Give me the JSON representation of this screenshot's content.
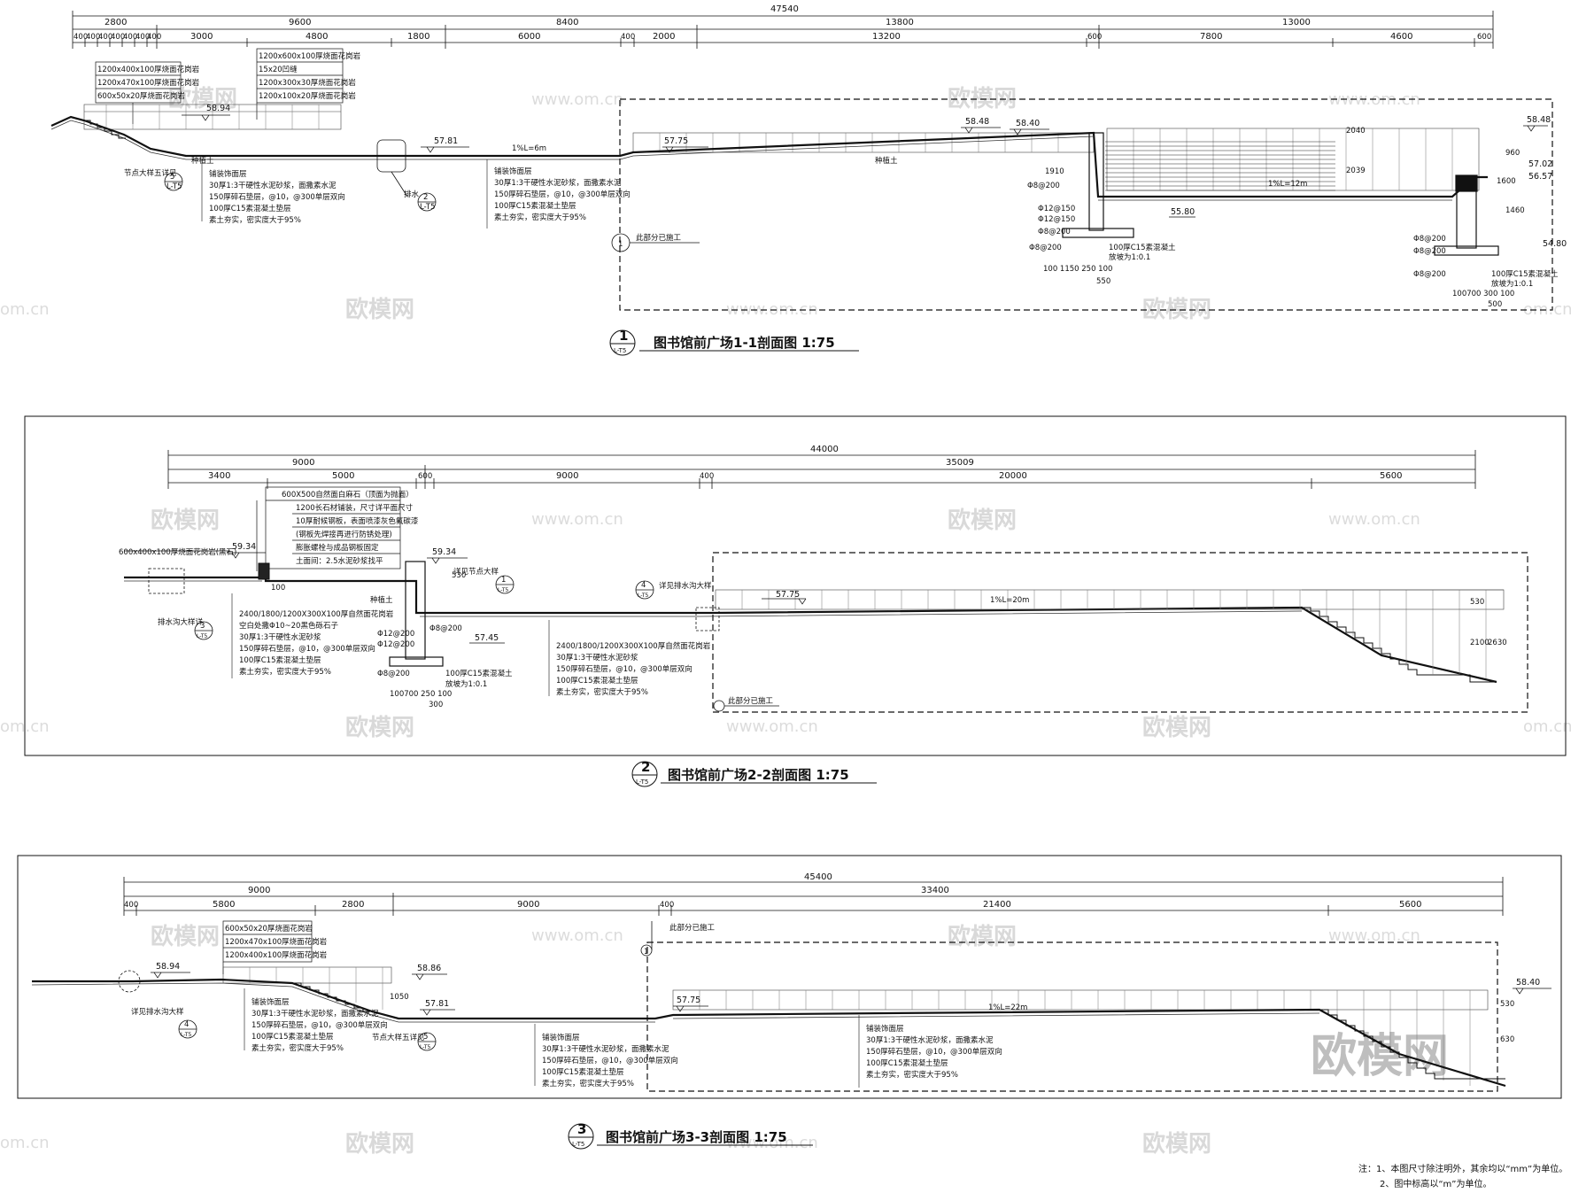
{
  "watermarks": {
    "brand": "欧模网",
    "site": "www.om.cn",
    "site_short": "om.cn"
  },
  "sections": [
    {
      "id": "1",
      "title": "图书馆前广场1-1剖面图 1:75",
      "marker_num": "1",
      "marker_sheet": "L-T5",
      "total_dim": "47540",
      "dims_row1": [
        "2800",
        "9600",
        "8400",
        "13800",
        "13000"
      ],
      "dims_row2": [
        "400",
        "400",
        "400",
        "400",
        "400",
        "400",
        "400",
        "3000",
        "4800",
        "1800",
        "6000",
        "400",
        "2000",
        "13200",
        "600",
        "7800",
        "4600",
        "600"
      ],
      "layers_top": [
        "1200x600x100厚烧面花岗岩",
        "15x20凹缝",
        "1200x300x30厚烧面花岗岩",
        "1200x100x20厚烧面花岗岩"
      ],
      "layers_left": [
        "1200x400x100厚烧面花岗岩",
        "1200x470x100厚烧面花岗岩",
        "600x50x20厚烧面花岗岩"
      ],
      "build_up_a": [
        "铺装饰面层",
        "30厚1:3干硬性水泥砂浆，面撒素水泥",
        "150厚碎石垫层，@10，@300单层双向",
        "100厚C15素混凝土垫层",
        "素土夯实，密实度大于95%"
      ],
      "build_up_b": [
        "铺装饰面层",
        "30厚1:3干硬性水泥砂浆，面撒素水泥",
        "150厚碎石垫层，@10，@300单层双向",
        "100厚C15素混凝土垫层",
        "素土夯实，密实度大于95%"
      ],
      "elevations": [
        "58.94",
        "57.81",
        "57.75",
        "58.48",
        "58.40",
        "55.80",
        "58.48",
        "57.02",
        "56.57",
        "54.80"
      ],
      "slope_a": "1%L=6m",
      "slope_b": "1%L=12m",
      "labels": {
        "fill": "种植土",
        "fill2": "种植土",
        "step_detail": "节点大样五详见",
        "drain": "排水",
        "construction": "此部分已施工",
        "rebar": [
          "Φ8@200",
          "Φ12@150",
          "Φ12@150",
          "Φ8@200",
          "Φ8@200",
          "100厚C15素混凝土",
          "放坡为1:0.1"
        ],
        "rebar_b": [
          "Φ8@200",
          "Φ8@200",
          "Φ8@200",
          "100厚C15素混凝土",
          "放坡为1:0.1"
        ],
        "wall_dims": [
          "1910",
          "100 1150 250 100",
          "550",
          "2039",
          "2040",
          "960",
          "1460",
          "1600",
          "100700 300 100",
          "500"
        ]
      },
      "callout_5": "5",
      "callout_5_sheet": "L-T5",
      "callout_2": "2",
      "callout_2_sheet": "L-T5",
      "callout_1": "1"
    },
    {
      "id": "2",
      "title": "图书馆前广场2-2剖面图 1:75",
      "marker_num": "2",
      "marker_sheet": "L-T5",
      "total_dim": "44000",
      "dims_row1": [
        "9000",
        "35009"
      ],
      "dims_row2": [
        "3400",
        "5000",
        "600",
        "9000",
        "400",
        "20000",
        "5600"
      ],
      "layers_top": [
        "600X500自然面白麻石（顶面为抛面）",
        "1200长石材铺装，尺寸详平面尺寸",
        "10厚耐候钢板，表面喷漆灰色氟碳漆",
        "(钢板先焊接再进行防锈处理)",
        "膨胀螺栓与成品钢板固定",
        "土面间：2.5水泥砂浆找平"
      ],
      "layers_left": [
        "600x400x100厚烧面花岗岩(黑石)"
      ],
      "build_up_a": [
        "2400/1800/1200X300X100厚自然面花岗岩",
        "空白处撒Φ10~20黑色砾石子",
        "30厚1:3干硬性水泥砂浆",
        "150厚碎石垫层，@10，@300单层双向",
        "100厚C15素混凝土垫层",
        "素土夯实，密实度大于95%"
      ],
      "build_up_b": [
        "2400/1800/1200X300X100厚自然面花岗岩",
        "30厚1:3干硬性水泥砂浆",
        "150厚碎石垫层，@10，@300单层双向",
        "100厚C15素混凝土垫层",
        "素土夯实，密实度大于95%"
      ],
      "elevations": [
        "59.34",
        "59.34",
        "57.45",
        "57.75"
      ],
      "slope_a": "1%L=20m",
      "labels": {
        "fill": "种植土",
        "drain": "排水沟大样详",
        "detail": "详见节点大样",
        "detail_b": "详见排水沟大样",
        "construction": "此部分已施工",
        "rebar": [
          "Φ12@200",
          "Φ12@200",
          "Φ8@200",
          "Φ8@200",
          "100厚C15素混凝土",
          "放坡为1:0.1"
        ],
        "wall_dims": [
          "100",
          "530",
          "100700 250 100",
          "300",
          "530",
          "2100",
          "2630"
        ]
      },
      "callout_3": "3",
      "callout_3_sheet": "L-T5",
      "callout_1": "1",
      "callout_1_sheet": "L-T5",
      "callout_4": "4",
      "callout_4_sheet": "L-T5"
    },
    {
      "id": "3",
      "title": "图书馆前广场3-3剖面图 1:75",
      "marker_num": "3",
      "marker_sheet": "L-T5",
      "total_dim": "45400",
      "dims_row1": [
        "9000",
        "33400"
      ],
      "dims_row2": [
        "400",
        "5800",
        "2800",
        "9000",
        "400",
        "21400",
        "5600"
      ],
      "layers_top": [
        "600x50x20厚烧面花岗岩",
        "1200x470x100厚烧面花岗岩",
        "1200x400x100厚烧面花岗岩"
      ],
      "build_up_a": [
        "铺装饰面层",
        "30厚1:3干硬性水泥砂浆，面撒素水泥",
        "150厚碎石垫层，@10，@300单层双向",
        "100厚C15素混凝土垫层",
        "素土夯实，密实度大于95%"
      ],
      "build_up_b": [
        "铺装饰面层",
        "30厚1:3干硬性水泥砂浆，面撒素水泥",
        "150厚碎石垫层，@10，@300单层双向",
        "100厚C15素混凝土垫层",
        "素土夯实，密实度大于95%"
      ],
      "build_up_c": [
        "铺装饰面层",
        "30厚1:3干硬性水泥砂浆，面撒素水泥",
        "150厚碎石垫层，@10，@300单层双向",
        "100厚C15素混凝土垫层",
        "素土夯实，密实度大于95%"
      ],
      "elevations": [
        "58.94",
        "58.86",
        "57.81",
        "57.75",
        "58.40"
      ],
      "slope_a": "1%L=22m",
      "labels": {
        "construction": "此部分已施工",
        "detail": "详见排水沟大样",
        "step_detail": "节点大样五详见",
        "wall_dims": [
          "1050",
          "530",
          "630"
        ]
      },
      "callout_4": "4",
      "callout_4_sheet": "L-T5",
      "callout_5": "5",
      "callout_5_sheet": "L-T5",
      "callout_1": "1"
    }
  ],
  "footnotes": [
    "注：1、本图尺寸除注明外，其余均以“mm”为单位。",
    "2、图中标高以“m”为单位。"
  ]
}
